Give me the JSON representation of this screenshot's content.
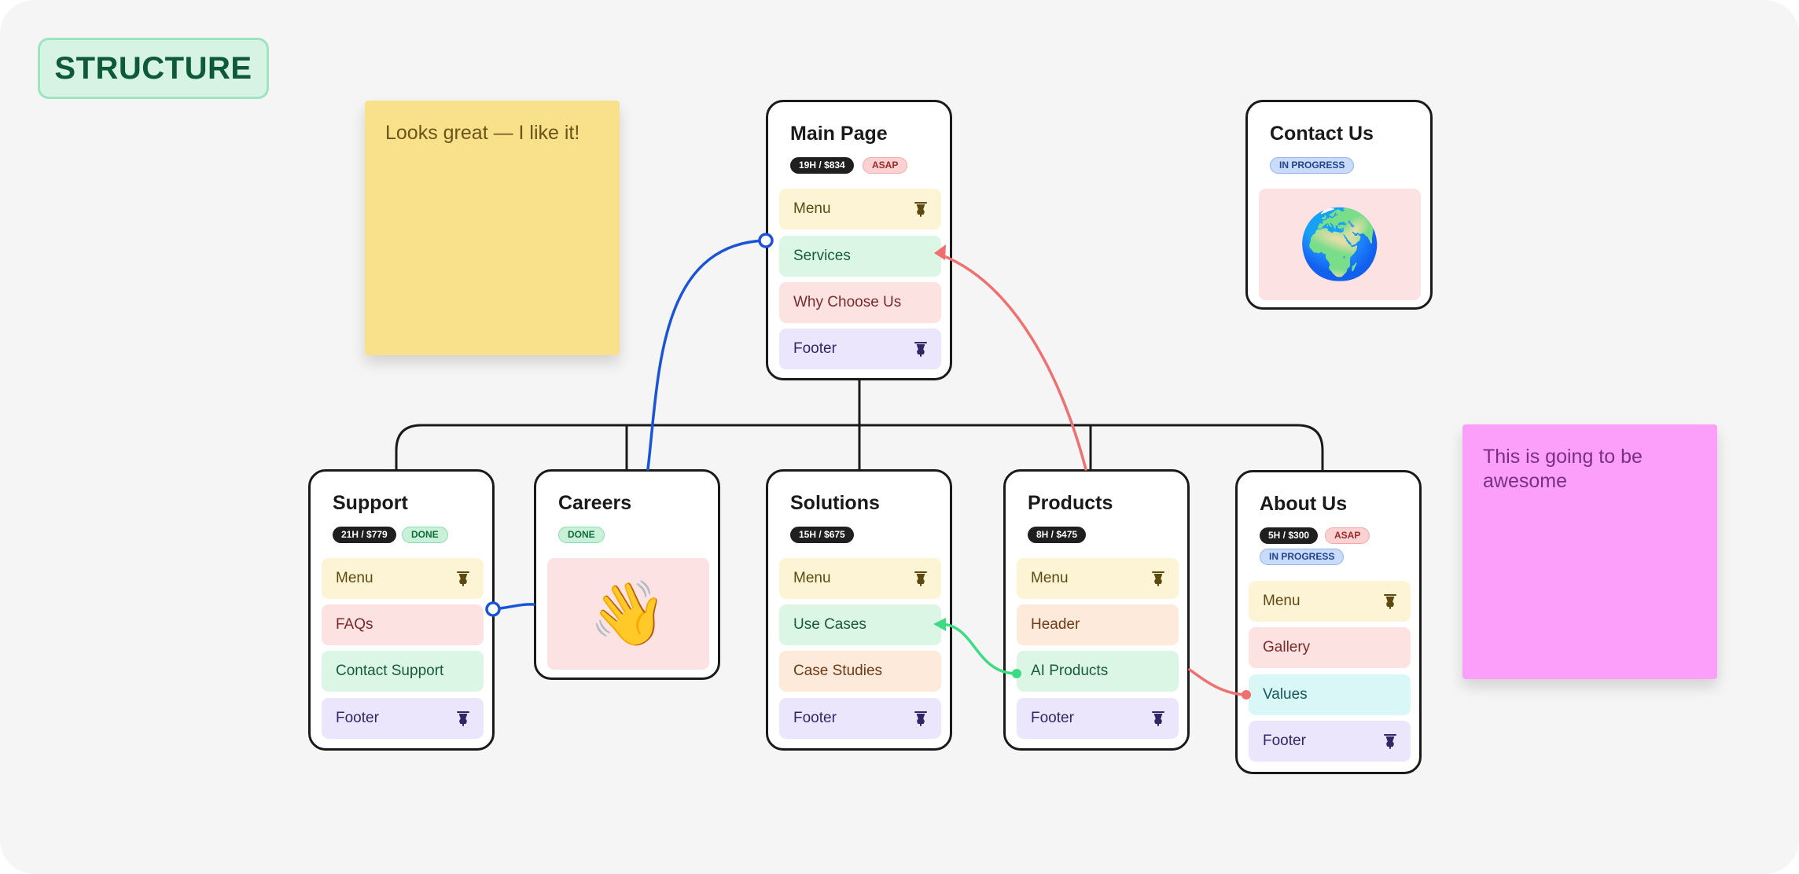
{
  "board": {
    "title": "STRUCTURE",
    "colors": {
      "background": "#f5f5f5",
      "link_blue": "#1a54d9",
      "link_red": "#f06f6f",
      "link_green": "#3ddc84"
    }
  },
  "stickies": {
    "yellow": {
      "text": "Looks great — I like it!"
    },
    "pink": {
      "text": "This is going to be awesome"
    }
  },
  "cards": {
    "main": {
      "title": "Main Page",
      "badges": [
        "19H / $834",
        "ASAP"
      ],
      "rows": [
        {
          "label": "Menu",
          "icon": "pin-icon"
        },
        {
          "label": "Services"
        },
        {
          "label": "Why Choose Us"
        },
        {
          "label": "Footer",
          "icon": "pin-icon"
        }
      ]
    },
    "contact": {
      "title": "Contact Us",
      "badges": [
        "IN PROGRESS"
      ],
      "image": "🌍"
    },
    "support": {
      "title": "Support",
      "badges": [
        "21H / $779",
        "DONE"
      ],
      "rows": [
        {
          "label": "Menu",
          "icon": "pin-icon"
        },
        {
          "label": "FAQs"
        },
        {
          "label": "Contact Support"
        },
        {
          "label": "Footer",
          "icon": "pin-icon"
        }
      ]
    },
    "careers": {
      "title": "Careers",
      "badges": [
        "DONE"
      ],
      "image": "👋"
    },
    "solutions": {
      "title": "Solutions",
      "badges": [
        "15H / $675"
      ],
      "rows": [
        {
          "label": "Menu",
          "icon": "pin-icon"
        },
        {
          "label": "Use Cases"
        },
        {
          "label": "Case Studies"
        },
        {
          "label": "Footer",
          "icon": "pin-icon"
        }
      ]
    },
    "products": {
      "title": "Products",
      "badges": [
        "8H / $475"
      ],
      "rows": [
        {
          "label": "Menu",
          "icon": "pin-icon"
        },
        {
          "label": "Header"
        },
        {
          "label": "AI Products"
        },
        {
          "label": "Footer",
          "icon": "pin-icon"
        }
      ]
    },
    "about": {
      "title": "About Us",
      "badges": [
        "5H / $300",
        "ASAP",
        "IN PROGRESS"
      ],
      "rows": [
        {
          "label": "Menu",
          "icon": "pin-icon"
        },
        {
          "label": "Gallery"
        },
        {
          "label": "Values"
        },
        {
          "label": "Footer",
          "icon": "pin-icon"
        }
      ]
    }
  }
}
